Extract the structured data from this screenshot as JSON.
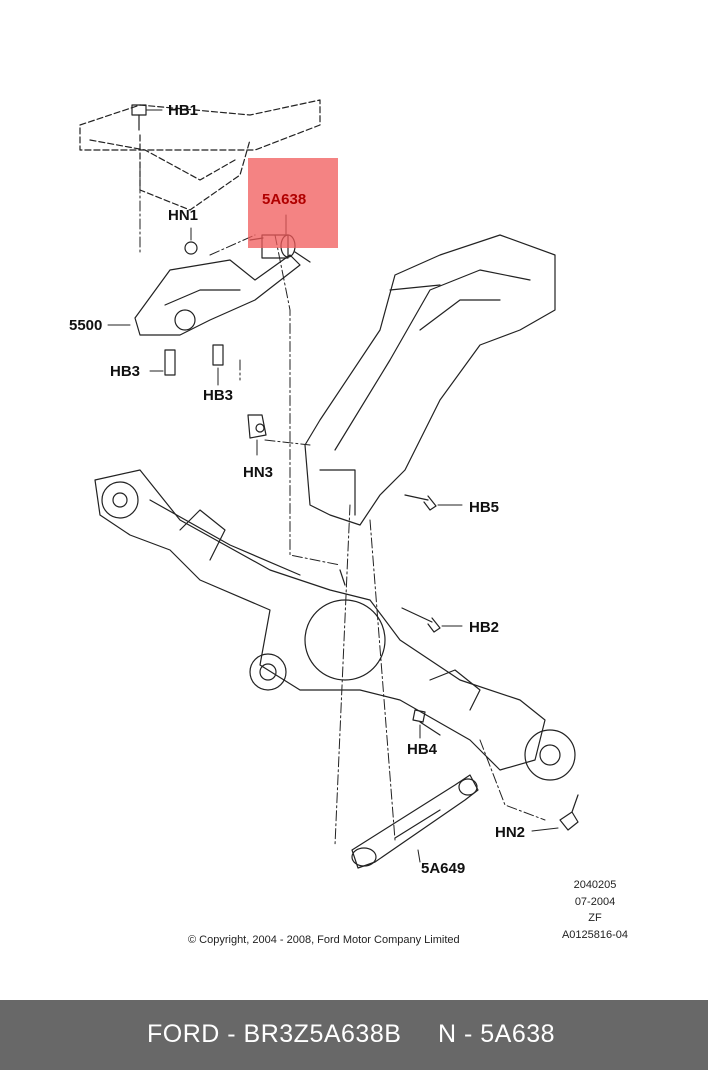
{
  "highlight": {
    "part": "5A638",
    "color": "#f05a5a"
  },
  "labels": {
    "hb1": "HB1",
    "hn1": "HN1",
    "p5500": "5500",
    "hb3a": "HB3",
    "hb3b": "HB3",
    "hn3": "HN3",
    "hb5": "HB5",
    "hb2": "HB2",
    "hb4": "HB4",
    "hn2": "HN2",
    "p5a649": "5A649"
  },
  "meta": {
    "line1": "2040205",
    "line2": "07-2004",
    "line3": "ZF",
    "line4": "A0125816-04"
  },
  "copyright": "© Copyright, 2004 - 2008, Ford Motor Company Limited",
  "footer": {
    "left": "FORD - BR3Z5A638B",
    "right": "N - 5A638",
    "background": "#686868"
  }
}
